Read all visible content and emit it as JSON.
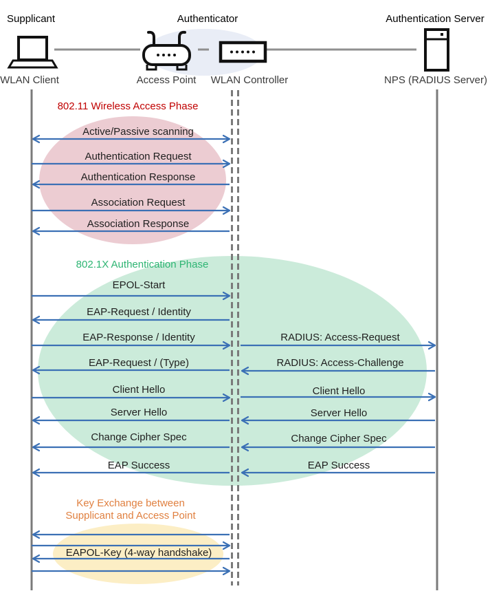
{
  "header": {
    "roles": [
      {
        "label": "Supplicant"
      },
      {
        "label": "Authenticator"
      },
      {
        "label": "Authentication Server"
      }
    ],
    "nodes": [
      {
        "label": "WLAN Client",
        "icon": "laptop-icon"
      },
      {
        "label": "Access Point",
        "icon": "wireless-router-icon"
      },
      {
        "label": "WLAN Controller",
        "icon": "controller-box-icon"
      },
      {
        "label": "NPS (RADIUS Server)",
        "icon": "server-icon"
      }
    ]
  },
  "phases": [
    {
      "title": "802.11 Wireless Access Phase",
      "title_color": "#C00000",
      "ellipse_fill": "#ECCCD2",
      "messages": [
        {
          "label": "Active/Passive scanning",
          "direction": "both"
        },
        {
          "label": "Authentication Request",
          "direction": "right"
        },
        {
          "label": "Authentication Response",
          "direction": "left"
        },
        {
          "label": "Association Request",
          "direction": "right"
        },
        {
          "label": "Association Response",
          "direction": "left"
        }
      ]
    },
    {
      "title": "802.1X Authentication Phase",
      "title_color": "#2EB573",
      "ellipse_fill": "#CBEBDA",
      "left_messages": [
        {
          "label": "EPOL-Start",
          "direction": "right"
        },
        {
          "label": "EAP-Request / Identity",
          "direction": "left"
        },
        {
          "label": "EAP-Response / Identity",
          "direction": "right"
        },
        {
          "label": "EAP-Request / (Type)",
          "direction": "left"
        },
        {
          "label": "Client Hello",
          "direction": "right"
        },
        {
          "label": "Server Hello",
          "direction": "left"
        },
        {
          "label": "Change Cipher Spec",
          "direction": "left"
        },
        {
          "label": "EAP Success",
          "direction": "left"
        }
      ],
      "right_messages": [
        {
          "label": "RADIUS: Access-Request",
          "direction": "right"
        },
        {
          "label": "RADIUS: Access-Challenge",
          "direction": "left"
        },
        {
          "label": "Client Hello",
          "direction": "right"
        },
        {
          "label": "Server Hello",
          "direction": "left"
        },
        {
          "label": "Change Cipher Spec",
          "direction": "left"
        },
        {
          "label": "EAP Success",
          "direction": "left"
        }
      ]
    },
    {
      "title_line1": "Key Exchange between",
      "title_line2": "Supplicant and Access Point",
      "title_color": "#E08040",
      "ellipse_fill": "#FCEEC5",
      "arrow_directions": [
        "left",
        "right",
        "left",
        "right"
      ],
      "messages": [
        {
          "label": "EAPOL-Key (4-way handshake)",
          "direction": "left"
        }
      ]
    }
  ],
  "colors": {
    "arrow": "#3B70B5",
    "lifeline": "#7A7A7A",
    "authenticator_ellipse": "#E9EDF6",
    "phase1_fill": "#ECCCD2",
    "phase2_fill": "#CBEBDA",
    "phase3_fill": "#FCEEC5"
  }
}
